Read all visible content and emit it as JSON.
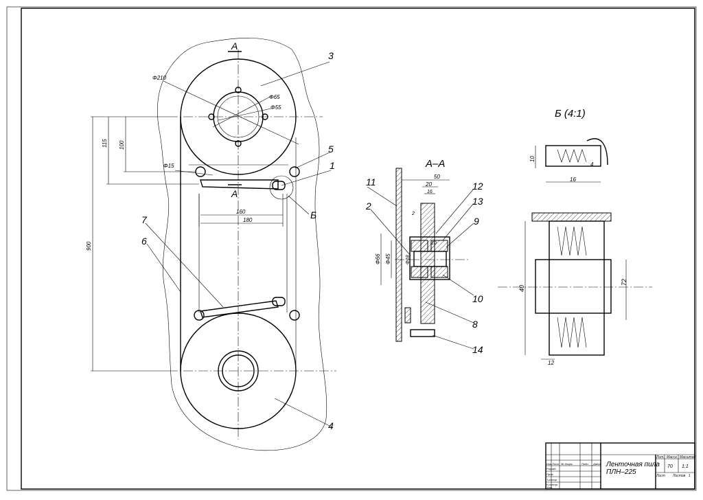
{
  "drawing": {
    "section_label": "А–А",
    "section_marks": [
      "А",
      "А"
    ],
    "detail_title": "Б (4:1)",
    "detail_mark": "Б",
    "callouts": {
      "c1": "1",
      "c2": "2",
      "c3": "3",
      "c4": "4",
      "c5": "5",
      "c6": "6",
      "c7": "7",
      "c8": "8",
      "c9": "9",
      "c10": "10",
      "c11": "11",
      "c12": "12",
      "c13": "13",
      "c14": "14"
    },
    "dimensions": {
      "d_phi210": "Φ210",
      "d_phi65": "Φ65",
      "d_phi55": "Φ55",
      "d_phi15": "Φ15",
      "d_115": "115",
      "d_100": "100",
      "d_900": "900",
      "d_160": "160",
      "d_180": "180",
      "d_50": "50",
      "d_20": "20",
      "d_16": "16",
      "d_2": "2",
      "d_10": "10",
      "d_phi66": "Φ66",
      "d_phi45": "Φ45",
      "d_phi18": "Φ18",
      "d_det_10": "10",
      "d_det_16": "16",
      "d_det_4": "4",
      "d_40": "40",
      "d_72": "72",
      "d_12": "12"
    }
  },
  "title_block": {
    "name_line1": "Ленточная пила",
    "name_line2": "ПЛН–225",
    "col_lit": "Лит.",
    "col_mass": "Масса",
    "col_scale": "Масштаб",
    "mass": "70",
    "scale": "1:1",
    "sheet_label": "Лист",
    "sheets_label": "Листов",
    "sheets_count": "1",
    "row_labels": [
      "Изм.",
      "Лист",
      "№ докум.",
      "Подп.",
      "Дата"
    ],
    "roles": [
      "Разраб.",
      "Пров.",
      "Т.контр.",
      "Н.контр.",
      "Утв."
    ]
  }
}
